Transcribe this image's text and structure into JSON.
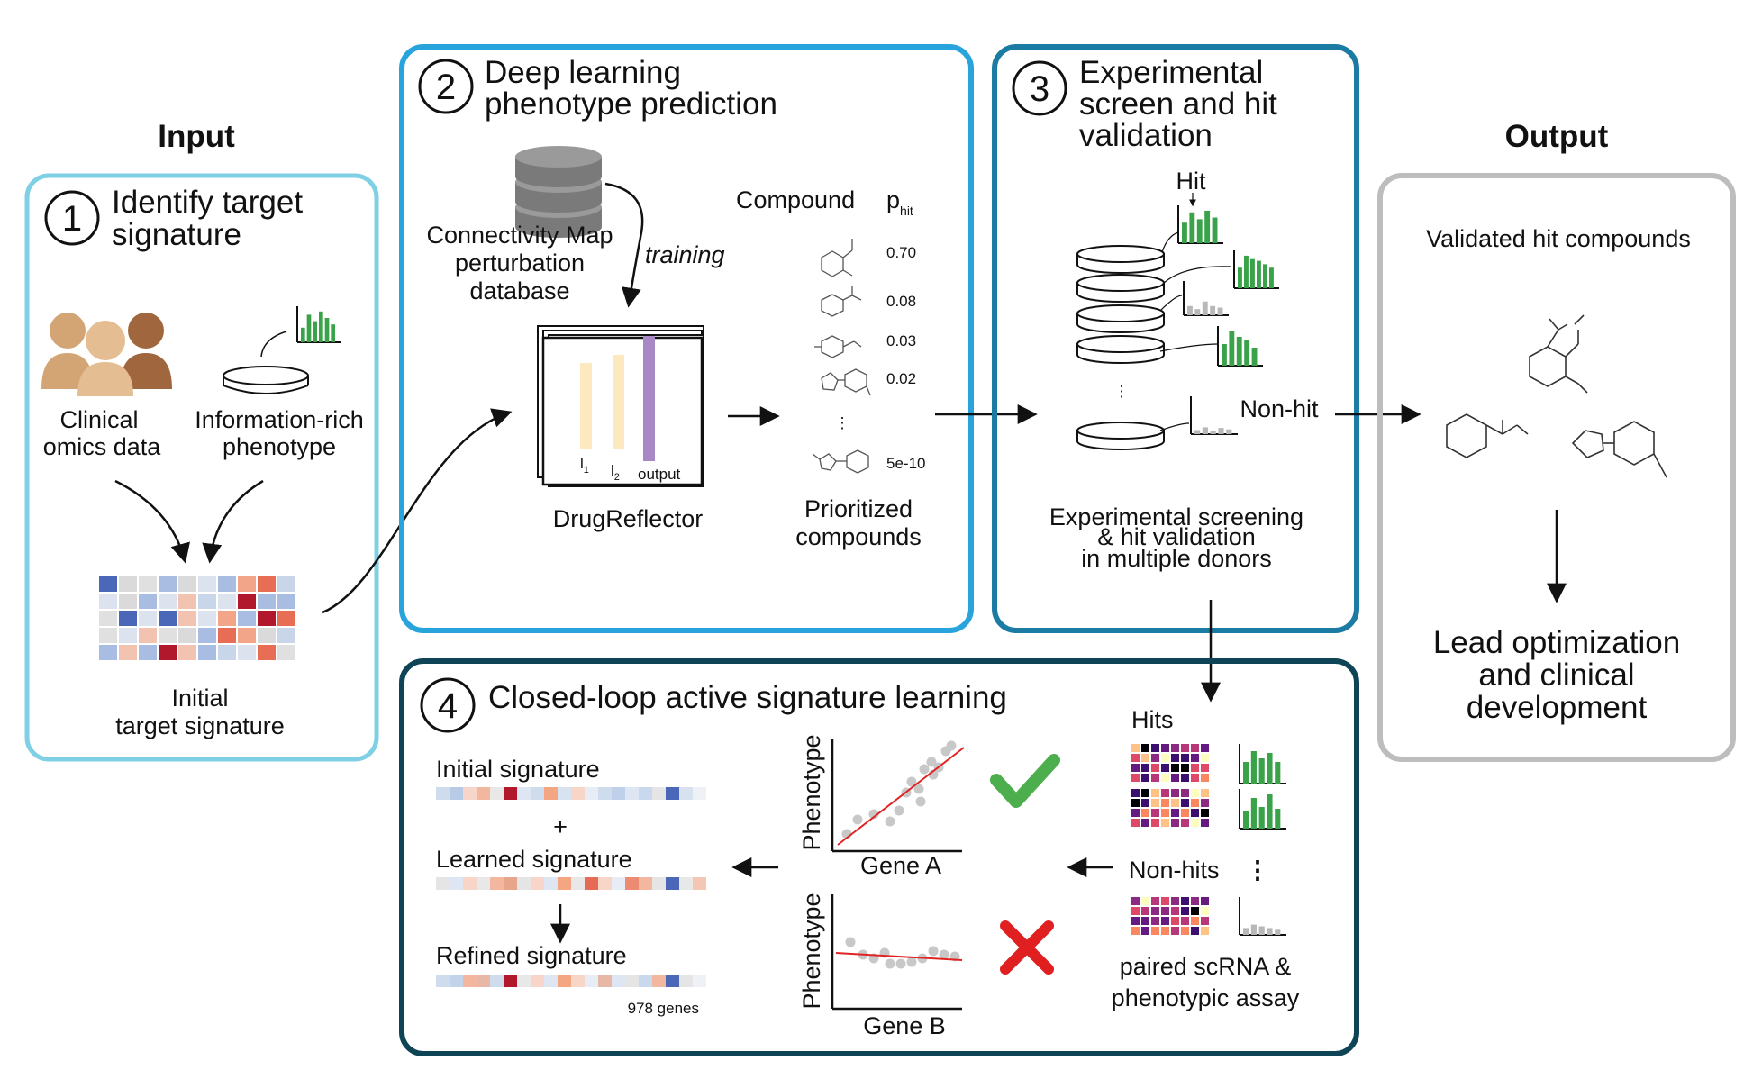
{
  "sections": {
    "input": {
      "title": "Input"
    },
    "output": {
      "title": "Output"
    }
  },
  "box1": {
    "number": "1",
    "title_line1": "Identify target",
    "title_line2": "signature",
    "clinical_line1": "Clinical",
    "clinical_line2": "omics data",
    "phenotype_line1": "Information-rich",
    "phenotype_line2": "phenotype",
    "signature_line1": "Initial",
    "signature_line2": "target signature"
  },
  "box2": {
    "number": "2",
    "title_line1": "Deep learning",
    "title_line2": "phenotype prediction",
    "cmap_line1": "Connectivity Map",
    "cmap_line2": "perturbation",
    "cmap_line3": "database",
    "training": "training",
    "model_name": "DrugReflector",
    "layer1": "l",
    "layer1_sub": "1",
    "layer2": "l",
    "layer2_sub": "2",
    "layer_out": "output",
    "col_compound": "Compound",
    "col_p": "p",
    "col_p_sub": "hit",
    "scores": [
      "0.70",
      "0.08",
      "0.03",
      "0.02",
      "5e-10"
    ],
    "ellipsis": "⋮",
    "prioritized_line1": "Prioritized",
    "prioritized_line2": "compounds"
  },
  "box3": {
    "number": "3",
    "title_line1": "Experimental",
    "title_line2": "screen and hit",
    "title_line3": "validation",
    "hit_label": "Hit",
    "nonhit_label": "Non-hit",
    "ellipsis": "⋮",
    "desc_line1": "Experimental screening",
    "desc_line2": "& hit validation",
    "desc_line3": "in multiple donors"
  },
  "box4": {
    "number": "4",
    "title": "Closed-loop active signature learning",
    "initial_sig": "Initial signature",
    "plus": "+",
    "learned_sig": "Learned signature",
    "refined_sig": "Refined signature",
    "genes_count": "978 genes",
    "phenotype_axis": "Phenotype",
    "gene_a": "Gene A",
    "gene_b": "Gene B",
    "hits_label": "Hits",
    "nonhits_label": "Non-hits",
    "ellipsis": "⋮",
    "assay_line1": "paired scRNA &",
    "assay_line2": "phenotypic assay"
  },
  "output_box": {
    "title": "Validated hit compounds",
    "lead_line1": "Lead optimization",
    "lead_line2": "and clinical",
    "lead_line3": "development"
  },
  "colors": {
    "box1_border": "#7fcfe5",
    "box2_border": "#29a3dc",
    "box3_border": "#1b7ba3",
    "box4_border": "#0e4455",
    "output_border": "#bdbdbd",
    "bar_green": "#3aa34a",
    "bar_gray": "#b8b8b8",
    "check_green": "#4cae4c",
    "cross_red": "#e02020",
    "fit_red": "#e02424",
    "layer1_fill": "#fde9bf",
    "output_fill": "#a889c5",
    "heatmap_red": "#b2182b",
    "heatmap_blue": "#4a67b8"
  }
}
